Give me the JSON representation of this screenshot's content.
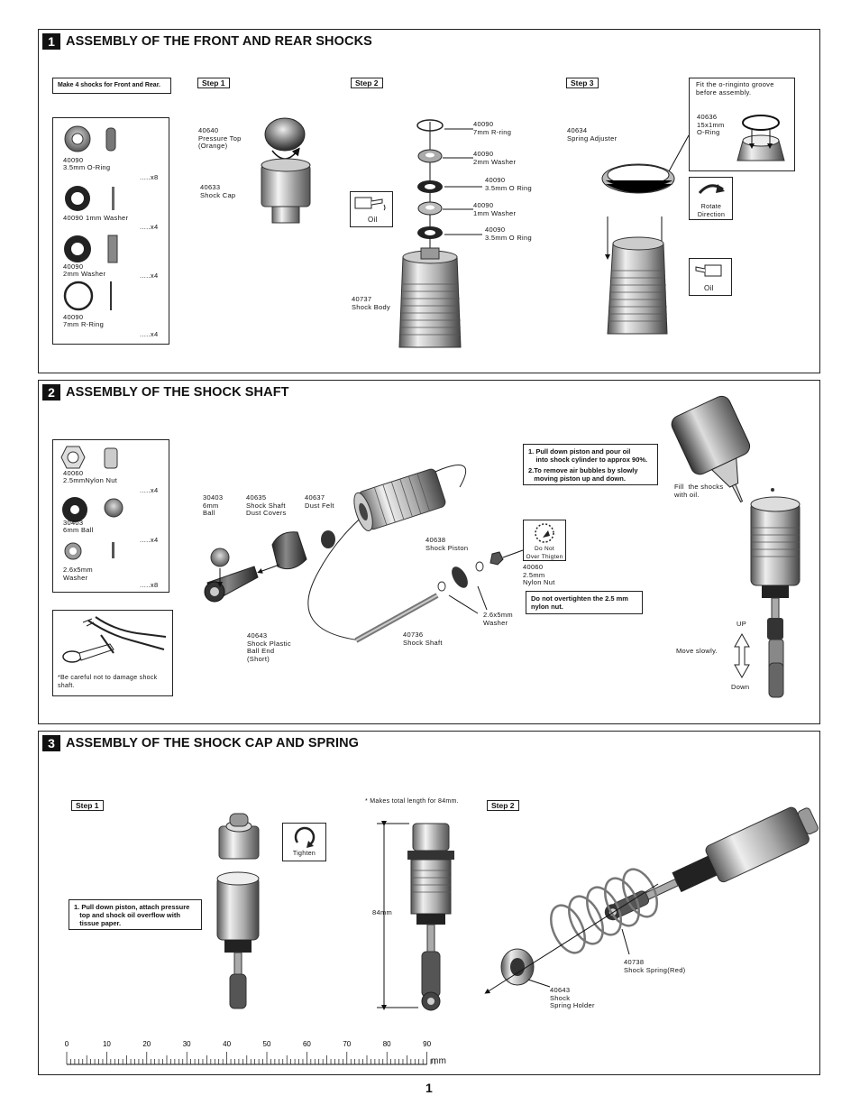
{
  "page_number": "1",
  "s1": {
    "num": "1",
    "title": "ASSEMBLY OF THE FRONT AND REAR SHOCKS",
    "make_note": "Make 4 shocks for Front and Rear.",
    "step1": "Step 1",
    "step2": "Step 2",
    "step3": "Step 3",
    "parts": [
      {
        "code": "40090",
        "name": "3.5mm O-Ring",
        "qty": ".....x8"
      },
      {
        "code": "40090",
        "name": "1mm Washer",
        "qty": ".....x4"
      },
      {
        "code": "40090",
        "name": "2mm Washer",
        "qty": ".....x4"
      },
      {
        "code": "40090",
        "name": "7mm R-Ring",
        "qty": ".....x4"
      }
    ],
    "l_40640": "40640\nPressure Top\n(Orange)",
    "l_40633": "40633\nShock Cap",
    "l_rring": "40090\n7mm R-ring",
    "l_2mmw": "40090\n2mm Washer",
    "l_oring1": "40090\n3.5mm O Ring",
    "l_1mmw": "40090\n1mm Washer",
    "l_oring2": "40090\n3.5mm O Ring",
    "l_40737": "40737\nShock Body",
    "oil": "Oil",
    "l_40634": "40634\nSpring Adjuster",
    "fit_note": "Fit the o-ringinto groove\nbefore assembly.",
    "l_40636": "40636\n15x1mm\nO-Ring",
    "rotate": "Rotate\nDirection"
  },
  "s2": {
    "num": "2",
    "title": "ASSEMBLY OF THE SHOCK SHAFT",
    "parts": [
      {
        "code": "40060",
        "name": "2.5mmNylon Nut",
        "qty": ".....x4"
      },
      {
        "code": "30403",
        "name": "6mm Ball",
        "qty": ".....x4"
      },
      {
        "code": "",
        "name": "2.6x5mm\nWasher",
        "qty": ".....x8"
      }
    ],
    "l_30403": "30403\n6mm\nBall",
    "l_40635": "40635\nShock Shaft\nDust Covers",
    "l_40637": "40637\nDust Felt",
    "l_40638": "40638\nShock Piston",
    "l_40060": "40060\n2.5mm\nNylon Nut",
    "l_washer": "2.6x5mm\nWasher",
    "l_40736": "40736\nShock Shaft",
    "l_40643": "40643\nShock Plastic\nBall End\n(Short)",
    "careful": "*Be careful not to damage shock\nshaft.",
    "note1a": "1. Pull down piston and pour oil\n    into shock cylinder to approx 90%.",
    "note1b": "2.To remove air bubbles by slowly\n   moving piston up and down.",
    "do_not": "Do Not\nOver Thigten",
    "overtighten": "Do not overtighten the 2.5 mm\nnylon nut.",
    "fill": "Fill  the shocks\nwith oil.",
    "up": "UP",
    "move": "Move slowly.",
    "down": "Down"
  },
  "s3": {
    "num": "3",
    "title": "ASSEMBLY OF THE SHOCK CAP AND SPRING",
    "step1": "Step 1",
    "step2": "Step 2",
    "tighten": "Tighten",
    "note": "1. Pull down piston, attach pressure\n   top and shock oil overflow with\n   tissue paper.",
    "makes": "* Makes total length for 84mm.",
    "len": "84mm",
    "l_40738": "40738\nShock Spring(Red)",
    "l_40643": "40643\nShock\nSpring Holder",
    "ruler": {
      "ticks": [
        "0",
        "10",
        "20",
        "30",
        "40",
        "50",
        "60",
        "70",
        "80",
        "90"
      ],
      "unit": "mm"
    }
  }
}
